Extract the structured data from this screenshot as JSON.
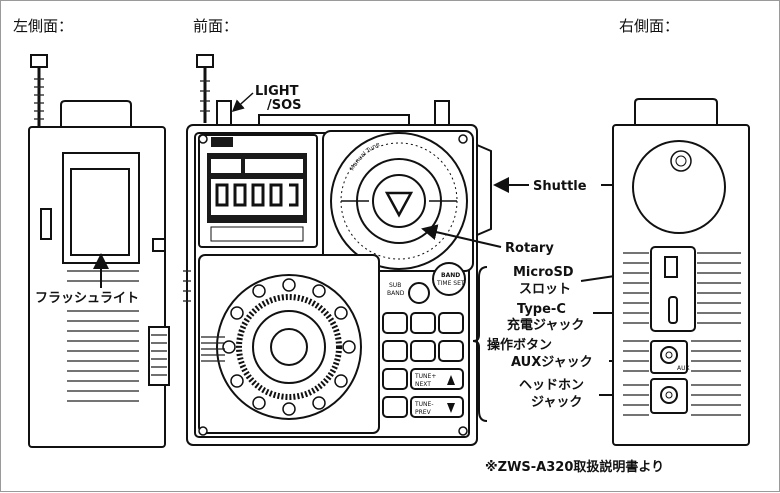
{
  "headers": {
    "left": "左側面：",
    "front": "前面：",
    "right": "右側面："
  },
  "callouts": {
    "light_line1": "LIGHT",
    "light_line2": "/SOS",
    "shuttle": "Shuttle",
    "rotary": "Rotary",
    "flashlight": "フラッシュライト",
    "microsd_line1": "MicroSD",
    "microsd_line2": "スロット",
    "typec_line1": "Type-C",
    "typec_line2": "充電ジャック",
    "buttons": "操作ボタン",
    "aux": "AUXジャック",
    "headphone_line1": "ヘッドホン",
    "headphone_line2": "ジャック"
  },
  "device_text": {
    "dial_arc": "Manual Tune",
    "band_line1": "BAND",
    "band_line2": "TIME SET",
    "sub_band_line1": "SUB",
    "sub_band_line2": "BAND",
    "tune_up_line1": "TUNE+",
    "tune_up_line2": "NEXT",
    "tune_down_line1": "TUNE-",
    "tune_down_line2": "PREV",
    "aux_small": "AUX"
  },
  "source_note": "※ZWS-A320取扱説明書より",
  "colors": {
    "line": "#111111",
    "panel_dark": "#1a1a1a",
    "background": "#ffffff"
  }
}
